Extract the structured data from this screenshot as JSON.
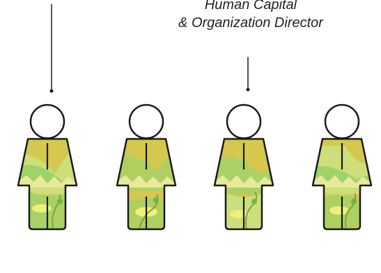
{
  "caption": {
    "line1": "Human Capital",
    "line2": "& Organization Director"
  },
  "figures": [
    {
      "name": "figure-1",
      "pointer": "long"
    },
    {
      "name": "figure-2",
      "pointer": "none"
    },
    {
      "name": "figure-3",
      "pointer": "short"
    },
    {
      "name": "figure-4",
      "pointer": "none"
    }
  ],
  "colors": {
    "outline": "#1a1a1a",
    "yellow": "#d6c74f",
    "green_light": "#9fd36a",
    "green_pale": "#c9e58a",
    "leaf": "#6fb547",
    "vine": "#7aa63c"
  }
}
